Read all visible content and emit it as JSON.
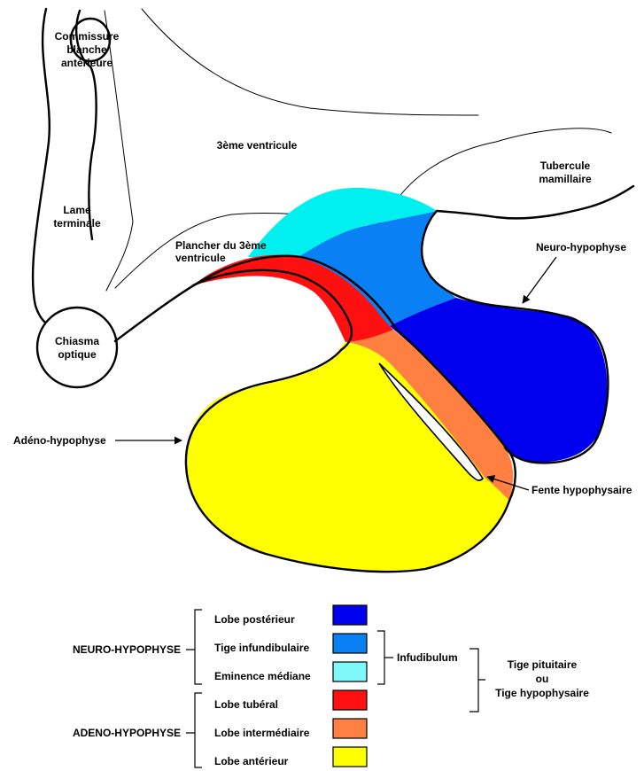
{
  "labels": {
    "commissure": [
      "Commissure",
      "blanche",
      "antérieure"
    ],
    "ventricle": "3ème ventricule",
    "tubercule": [
      "Tubercule",
      "mamillaire"
    ],
    "lame": [
      "Lame",
      "terminale"
    ],
    "plancher": [
      "Plancher du 3ème",
      "ventricule"
    ],
    "neuro_pointer": "Neuro-hypophyse",
    "chiasma": [
      "Chiasma",
      "optique"
    ],
    "adeno_pointer": "Adéno-hypophyse",
    "fente": "Fente hypophysaire"
  },
  "legend": {
    "neuro_group": "NEURO-HYPOPHYSE",
    "adeno_group": "ADENO-HYPOPHYSE",
    "items": [
      {
        "label": "Lobe postérieur",
        "color": "#0000ee"
      },
      {
        "label": "Tige infundibulaire",
        "color": "#0a80f5"
      },
      {
        "label": "Eminence médiane",
        "color": "#7ff8fa"
      },
      {
        "label": "Lobe tubéral",
        "color": "#ff1010"
      },
      {
        "label": "Lobe intermédiaire",
        "color": "#ff8040"
      },
      {
        "label": "Lobe antérieur",
        "color": "#ffff00"
      }
    ],
    "infundibulum": "Infudibulum",
    "tige": [
      "Tige pituitaire",
      "ou",
      "Tige hypophysaire"
    ]
  },
  "colors": {
    "posterior": "#0000ee",
    "infundibular": "#0a80f5",
    "median": "#00f0f0",
    "tuberal": "#ff1010",
    "intermediate": "#ff8040",
    "anterior": "#ffff00"
  }
}
